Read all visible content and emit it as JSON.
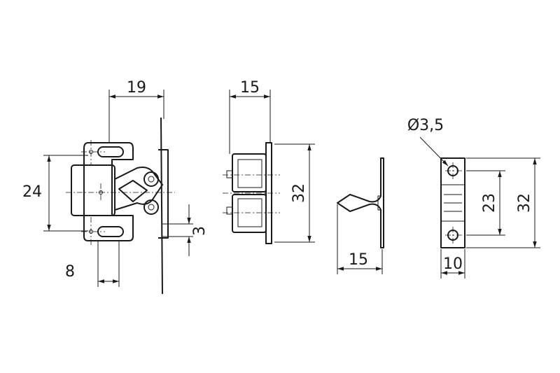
{
  "dimensions": {
    "front_width": "19",
    "front_height": "24",
    "front_offset": "8",
    "front_gap": "3",
    "side_width": "15",
    "side_height": "32",
    "clip_width": "15",
    "hole_diameter": "Ø3,5",
    "plate_hole_spacing": "23",
    "plate_height": "32",
    "plate_width": "10"
  }
}
